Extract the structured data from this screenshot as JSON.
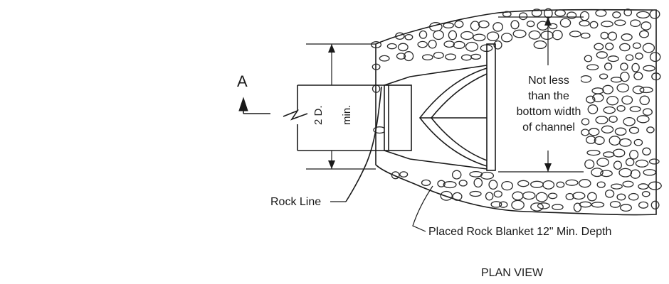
{
  "drawing": {
    "section_marker": "A",
    "dimension_label": "2 D.",
    "dimension_qualifier": "min.",
    "note_lines": [
      "Not less",
      "than the",
      "bottom width",
      "of channel"
    ],
    "rock_line_label": "Rock Line",
    "blanket_label": "Placed Rock Blanket 12\" Min. Depth",
    "view_title": "PLAN VIEW"
  },
  "colors": {
    "ink": "#1a1a1a",
    "background": "#ffffff"
  }
}
